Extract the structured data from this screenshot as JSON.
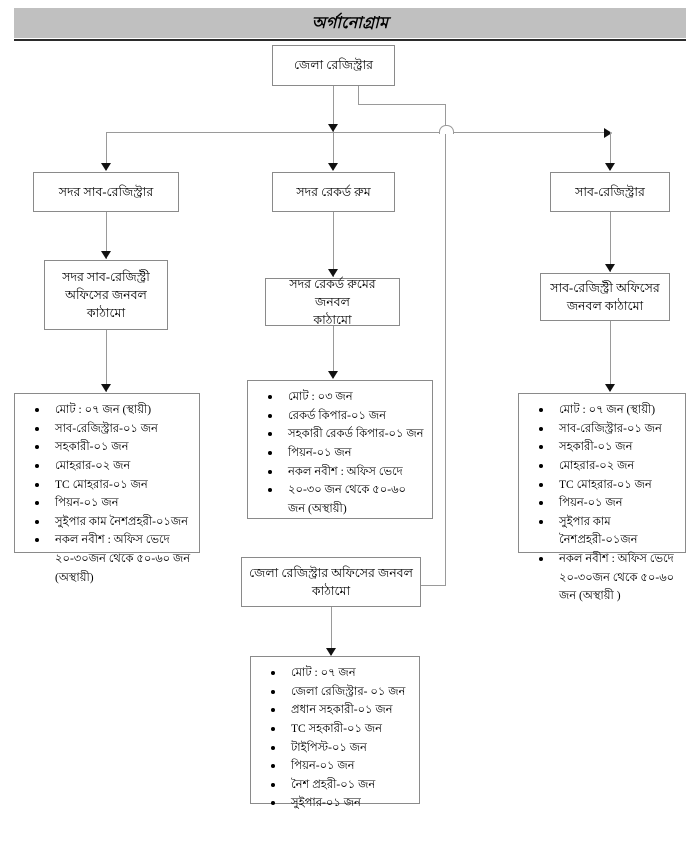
{
  "header": {
    "title": "অর্গানোগ্রাম"
  },
  "chart_data": {
    "type": "diagram",
    "title": "অর্গানোগ্রাম",
    "orientation": "top-down",
    "root": "জেলা রেজিস্ট্রার",
    "branches": [
      "সদর সাব-রেজিস্ট্রার",
      "সদর রেকর্ড রুম",
      "সাব-রেজিস্ট্রার",
      "জেলা রেজিস্ট্রার অফিসের জনবল কাঠামো"
    ]
  },
  "nodes": {
    "root": {
      "label": "জেলা রেজিস্ট্রার"
    },
    "branch_left": {
      "label": "সদর সাব-রেজিস্ট্রার"
    },
    "branch_mid": {
      "label": "সদর রেকর্ড রুম"
    },
    "branch_right": {
      "label": "সাব-রেজিস্ট্রার"
    },
    "struct_left": {
      "line1": "সদর সাব-রেজিস্ট্রী",
      "line2": "অফিসের জনবল",
      "line3": "কাঠামো"
    },
    "struct_mid": {
      "line1": "সদর রেকর্ড রুমের জনবল",
      "line2": "কাঠামো"
    },
    "struct_right": {
      "line1": "সাব-রেজিস্ট্রী অফিসের",
      "line2": "জনবল কাঠামো"
    },
    "struct_district": {
      "line1": "জেলা রেজিস্ট্রার অফিসের জনবল",
      "line2": "কাঠামো"
    }
  },
  "lists": {
    "left": [
      "মোট : ০৭ জন (স্থায়ী)",
      "সাব-রেজিস্ট্রার-০১ জন",
      "সহকারী-০১ জন",
      "মোহরার-০২ জন",
      "TC মোহরার-০১ জন",
      "পিয়ন-০১ জন",
      "সুইপার কাম নৈশপ্রহরী-০১জন",
      "নকল নবীশ : অফিস ভেদে ২০-৩০জন থেকে ৫০-৬০ জন (অস্থায়ী)"
    ],
    "mid": [
      "মোট : ০৩ জন",
      "রেকর্ড কিপার-০১ জন",
      "সহকারী রেকর্ড কিপার-০১ জন",
      "পিয়ন-০১ জন",
      "নকল নবীশ : অফিস ভেদে",
      "২০-৩০ জন থেকে ৫০-৬০ জন (অস্থায়ী)"
    ],
    "right": [
      "মোট : ০৭ জন (স্থায়ী)",
      "সাব-রেজিস্ট্রার-০১ জন",
      "সহকারী-০১ জন",
      "মোহরার-০২ জন",
      "TC মোহরার-০১ জন",
      "পিয়ন-০১ জন",
      "সুইপার কাম নৈশপ্রহরী-০১জন",
      "নকল নবীশ : অফিস ভেদে ২০-৩০জন থেকে ৫০-৬০ জন  (অস্থায়ী )"
    ],
    "district": [
      "মোট : ০৭ জন",
      "জেলা রেজিস্ট্রার- ০১ জন",
      "প্রধান সহকারী-০১ জন",
      "TC সহকারী-০১ জন",
      "টাইপিস্ট-০১ জন",
      "পিয়ন-০১ জন",
      "নৈশ প্রহরী-০১ জন",
      "সুইপার-০১ জন"
    ]
  },
  "colors": {
    "banner": "#c0c0c0",
    "box_border": "#8a8a8a",
    "connector": "#9a9a9a",
    "arrow": "#111111"
  }
}
